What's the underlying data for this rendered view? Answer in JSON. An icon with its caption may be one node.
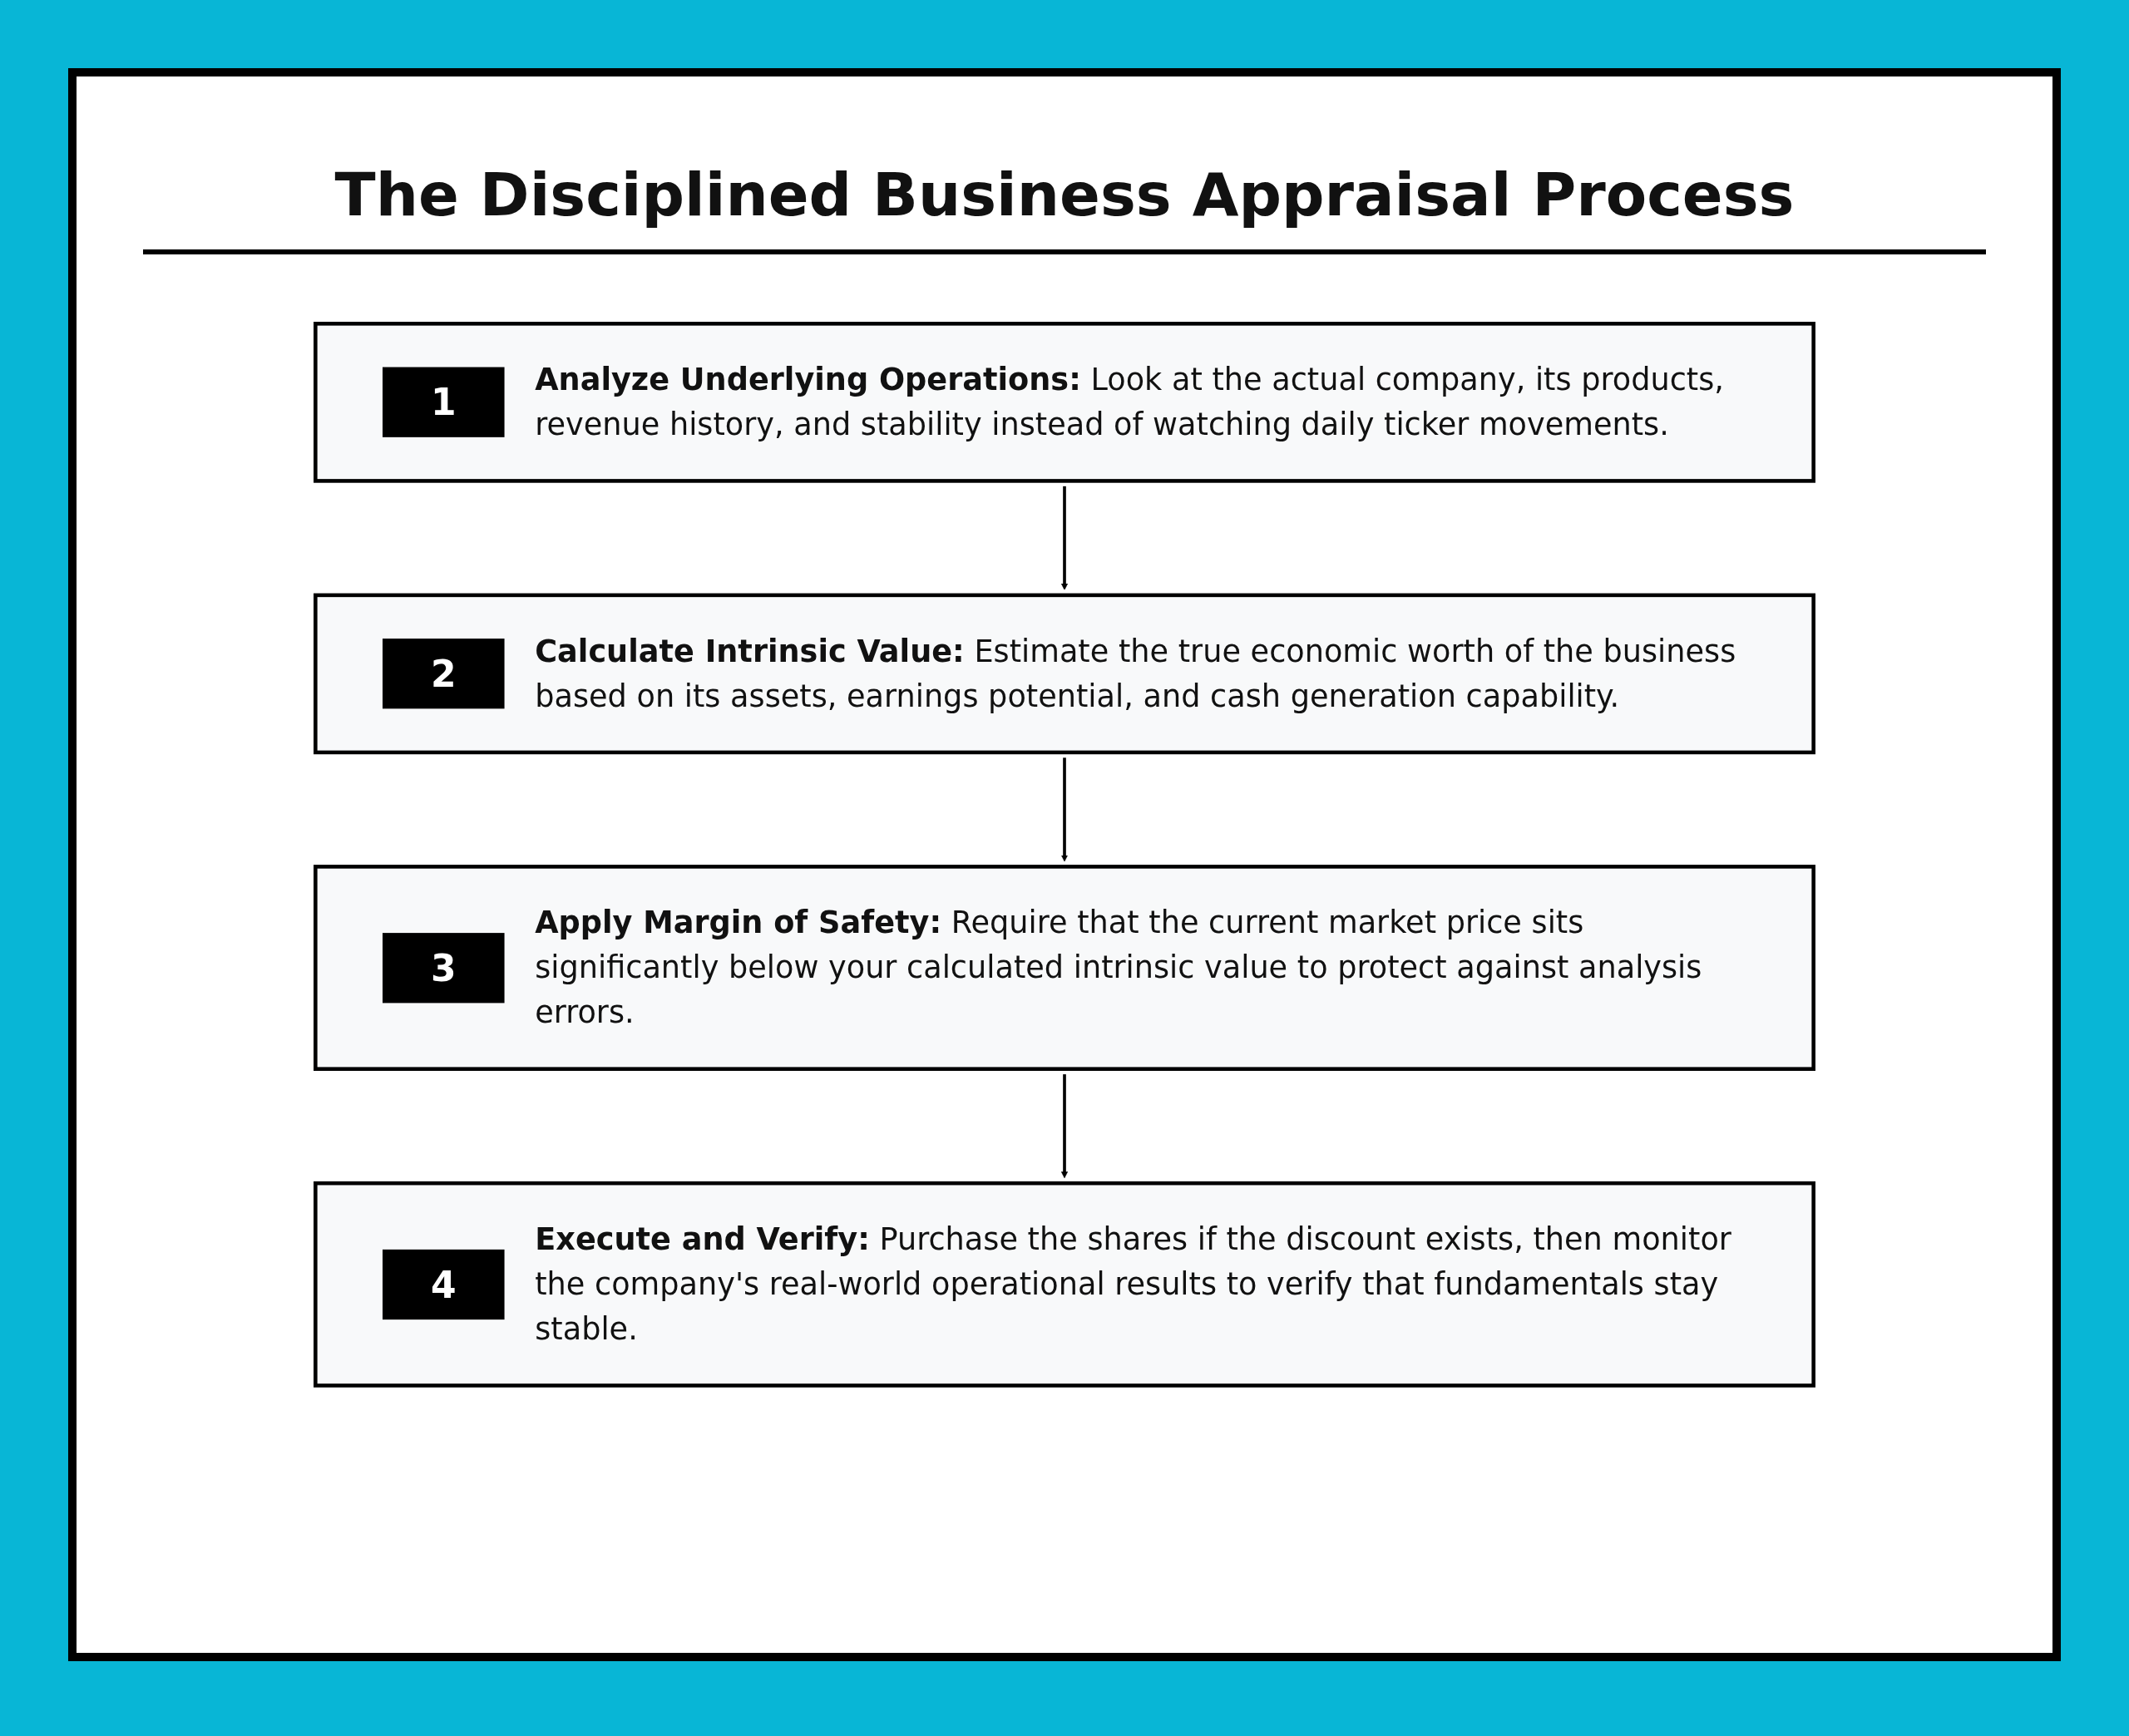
{
  "diagram": {
    "title": "The Disciplined Business Appraisal Process",
    "nodes": [
      {
        "text": [
          "1",
          "**Analyze Underlying Operations:** Look at the actual company, its products, revenue history, and stability instead of watching daily ticker movements."
        ]
      },
      {
        "text": [
          "2",
          "**Calculate Intrinsic Value:** Estimate the true economic worth of the business based on its assets, earnings potential, and cash generation capability."
        ]
      },
      {
        "text": [
          "3",
          "**Apply Margin of Safety:** Require that the current market price sits significantly below your calculated intrinsic value to protect against analysis errors."
        ]
      },
      {
        "text": [
          "4",
          "**Execute and Verify:** Purchase the shares if the discount exists, then monitor the company's real-world operational results to verify that fundamentals stay stable."
        ]
      }
    ],
    "edges": [
      {
        "from": 0,
        "to": 1,
        "arrow": "to"
      },
      {
        "from": 1,
        "to": 2,
        "arrow": "to"
      },
      {
        "from": 2,
        "to": 3,
        "arrow": "to"
      }
    ]
  }
}
